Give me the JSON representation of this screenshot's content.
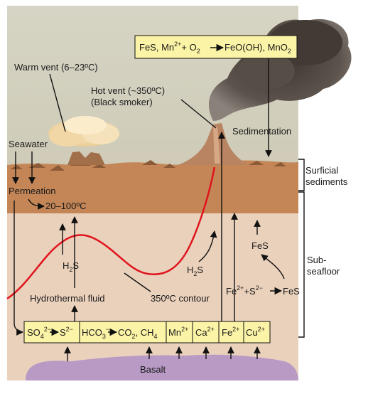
{
  "labels": {
    "warm_vent": "Warm vent (6–23ºC)",
    "hot_vent_1": "Hot vent (~350ºC)",
    "hot_vent_2": "(Black smoker)",
    "seawater": "Seawater",
    "permeation": "Permeation",
    "temp_range": "20–100ºC",
    "sedimentation": "Sedimentation",
    "surficial_1": "Surficial",
    "surficial_2": "sediments",
    "subseafloor_1": "Sub-",
    "subseafloor_2": "seafloor",
    "hydrothermal_fluid": "Hydrothermal fluid",
    "contour": "350ºC contour",
    "basalt": "Basalt"
  },
  "chemistry": {
    "top_box": {
      "a": "FeS, Mn",
      "a_sup": "2+",
      "b": "+ O",
      "b_sub": "2",
      "c": "FeO(OH), MnO",
      "c_sub": "2"
    },
    "h2s_left": {
      "base": "H",
      "sub": "2",
      "tail": "S"
    },
    "h2s_right": {
      "base": "H",
      "sub": "2",
      "tail": "S"
    },
    "fes_top": "FeS",
    "reaction": {
      "a": "Fe",
      "a_sup": "2+",
      "b": "+S",
      "b_sup": "2−",
      "c": "FeS"
    },
    "bottom_bar": {
      "so4": "SO",
      "so4_sub": "4",
      "so4_sup": "2−",
      "s": "S",
      "s_sup": "2−",
      "hco3": "HCO",
      "hco3_sub": "3",
      "hco3_sup": "−",
      "co2": "CO",
      "co2_sub": "2",
      "ch4_pre": ", CH",
      "ch4_sub": "4",
      "mn": "Mn",
      "mn_sup": "2+",
      "ca": "Ca",
      "ca_sup": "2+",
      "fe": "Fe",
      "fe_sup": "2+",
      "cu": "Cu",
      "cu_sup": "2+"
    }
  },
  "colors": {
    "sky": "#d9d7c9",
    "sediment": "#c48657",
    "subseafloor": "#ead1bc",
    "basalt": "#b89ac5",
    "box_fill": "#fbf3a6",
    "contour": "#e0141d",
    "smoke": "#5e554e",
    "warm_plume": "#f3dcae"
  }
}
